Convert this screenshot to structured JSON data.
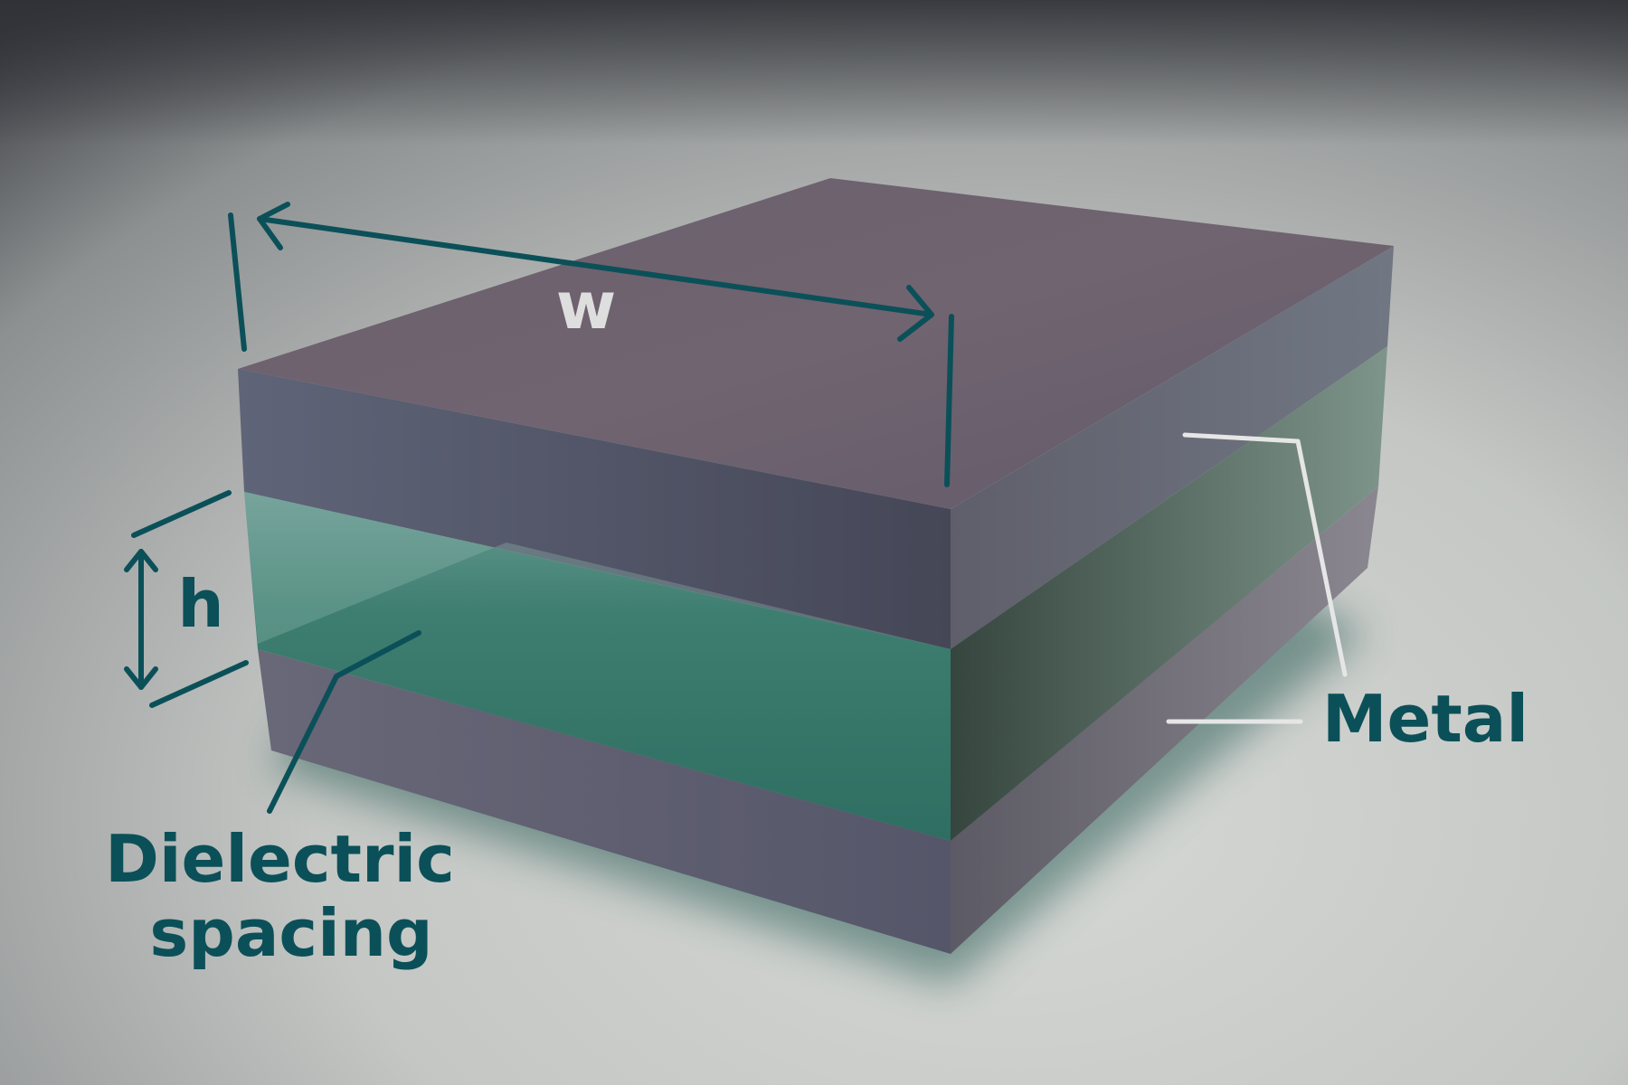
{
  "labels": {
    "width": "w",
    "height": "h",
    "metal": "Metal",
    "dielectric_line1": "Dielectric",
    "dielectric_line2": "spacing"
  },
  "colors": {
    "accent": "#0b5059",
    "leader_light": "#e6e6e6",
    "dielectric": "#2f7f6c",
    "metal_face": "#626375",
    "metal_top": "#6c5f6e"
  }
}
